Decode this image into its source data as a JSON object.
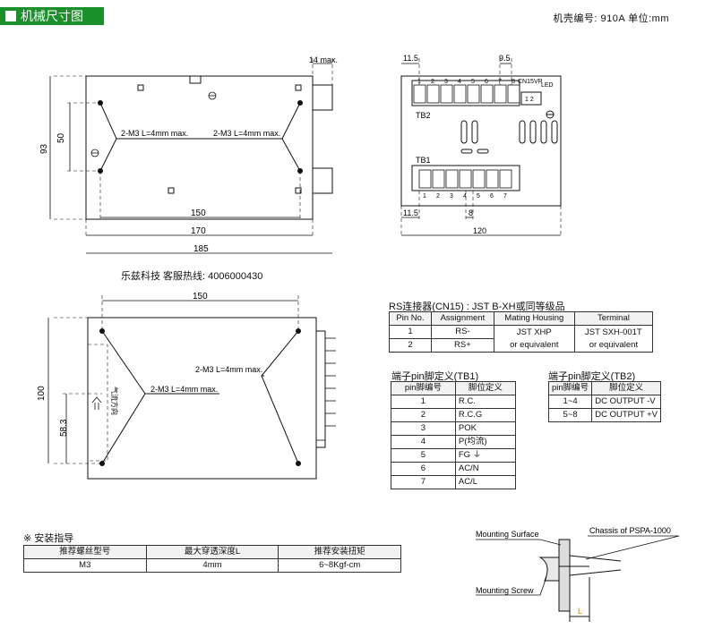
{
  "header": {
    "title": "机械尺寸图",
    "case_info": "机壳编号: 910A    单位:mm"
  },
  "hotline": "乐兹科技 客服热线:  4006000430",
  "drawing_labels": {
    "screw_note_1": "2-M3 L=4mm max.",
    "screw_note_2": "2-M3 L=4mm max.",
    "dim_14": "14 max.",
    "dim_93": "93",
    "dim_50": "50",
    "dim_150_top": "150",
    "dim_170": "170",
    "dim_185": "185",
    "dim_11_5_top": "11.5",
    "dim_9_5": "9.5",
    "dim_11_5_bottom": "11.5",
    "dim_8": "8",
    "dim_120": "120",
    "tb2": "TB2",
    "tb1": "TB1",
    "cn15": "CN15",
    "vr": "VR",
    "led": "LED",
    "cn_pins": "1 2",
    "dim_150_bottom": "150",
    "dim_100": "100",
    "dim_58_3": "58.3",
    "airflow": "气流方向",
    "screw_note_3": "2-M3 L=4mm max.",
    "screw_note_4": "2-M3 L=4mm max.",
    "tb2_pins": [
      "1",
      "2",
      "3",
      "4",
      "5",
      "6",
      "7",
      "8"
    ],
    "tb1_pins": [
      "1",
      "2",
      "3",
      "4",
      "5",
      "6",
      "7"
    ]
  },
  "cn15": {
    "caption": "RS连接器(CN15) : JST B-XH或同等级品",
    "headers": [
      "Pin No.",
      "Assignment",
      "Mating Housing",
      "Terminal"
    ],
    "rows": [
      [
        "1",
        "RS-"
      ],
      [
        "2",
        "RS+"
      ]
    ],
    "housing": [
      "JST XHP",
      "or equivalent"
    ],
    "terminal": [
      "JST SXH-001T",
      "or equivalent"
    ]
  },
  "tb1": {
    "caption": "端子pin脚定义(TB1)",
    "headers": [
      "pin脚编号",
      "脚位定义"
    ],
    "rows": [
      [
        "1",
        "R.C."
      ],
      [
        "2",
        "R.C.G"
      ],
      [
        "3",
        "POK"
      ],
      [
        "4",
        "P(均流)"
      ],
      [
        "5",
        "FG ⏚"
      ],
      [
        "6",
        "AC/N"
      ],
      [
        "7",
        "AC/L"
      ]
    ]
  },
  "tb2": {
    "caption": "端子pin脚定义(TB2)",
    "headers": [
      "pin脚编号",
      "脚位定义"
    ],
    "rows": [
      [
        "1~4",
        "DC OUTPUT -V"
      ],
      [
        "5~8",
        "DC OUTPUT +V"
      ]
    ]
  },
  "install": {
    "caption": "※ 安装指导",
    "headers": [
      "推荐螺丝型号",
      "最大穿透深度L",
      "推荐安装扭矩"
    ],
    "row": [
      "M3",
      "4mm",
      "6~8Kgf-cm"
    ]
  },
  "mounting": {
    "surface": "Mounting Surface",
    "chassis": "Chassis of PSPA-1000",
    "screw": "Mounting Screw",
    "l": "L"
  }
}
